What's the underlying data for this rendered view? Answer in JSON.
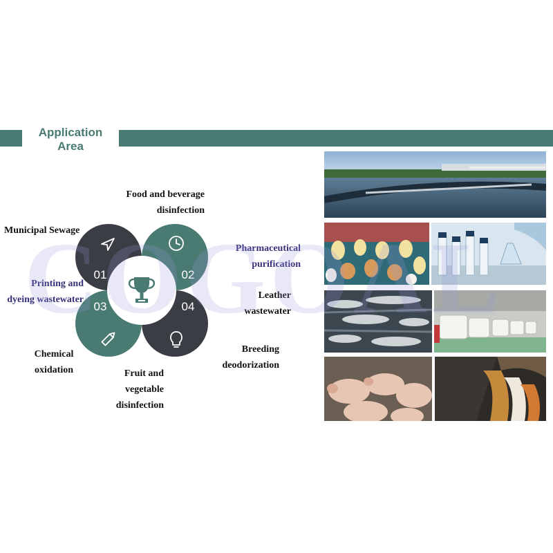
{
  "header": {
    "title_line1": "Application",
    "title_line2": "Area"
  },
  "watermark": "COGOAL",
  "diagram": {
    "center_icon": "trophy-icon",
    "petals": [
      {
        "number": "01",
        "icon": "navigation-arrow-icon",
        "color": "#3b3d44"
      },
      {
        "number": "02",
        "icon": "clock-icon",
        "color": "#4a7b73"
      },
      {
        "number": "03",
        "icon": "pencil-icon",
        "color": "#4a7b73"
      },
      {
        "number": "04",
        "icon": "lightbulb-icon",
        "color": "#3b3d44"
      }
    ]
  },
  "labels": {
    "food_line1": "Food and beverage",
    "food_line2": "disinfection",
    "municipal": "Municipal Sewage",
    "printing_line1": "Printing and",
    "printing_line2": "dyeing wastewater",
    "chemical_line1": "Chemical",
    "chemical_line2": "oxidation",
    "fruit_line1": "Fruit and",
    "fruit_line2": "vegetable",
    "fruit_line3": "disinfection",
    "pharma_line1": "Pharmaceutical",
    "pharma_line2": "purification",
    "leather_line1": "Leather",
    "leather_line2": "wastewater",
    "breeding_line1": "Breeding",
    "breeding_line2": "deodorization"
  },
  "colors": {
    "teal": "#4a7b73",
    "dark": "#3b3d44",
    "label_purple": "#35307a"
  }
}
